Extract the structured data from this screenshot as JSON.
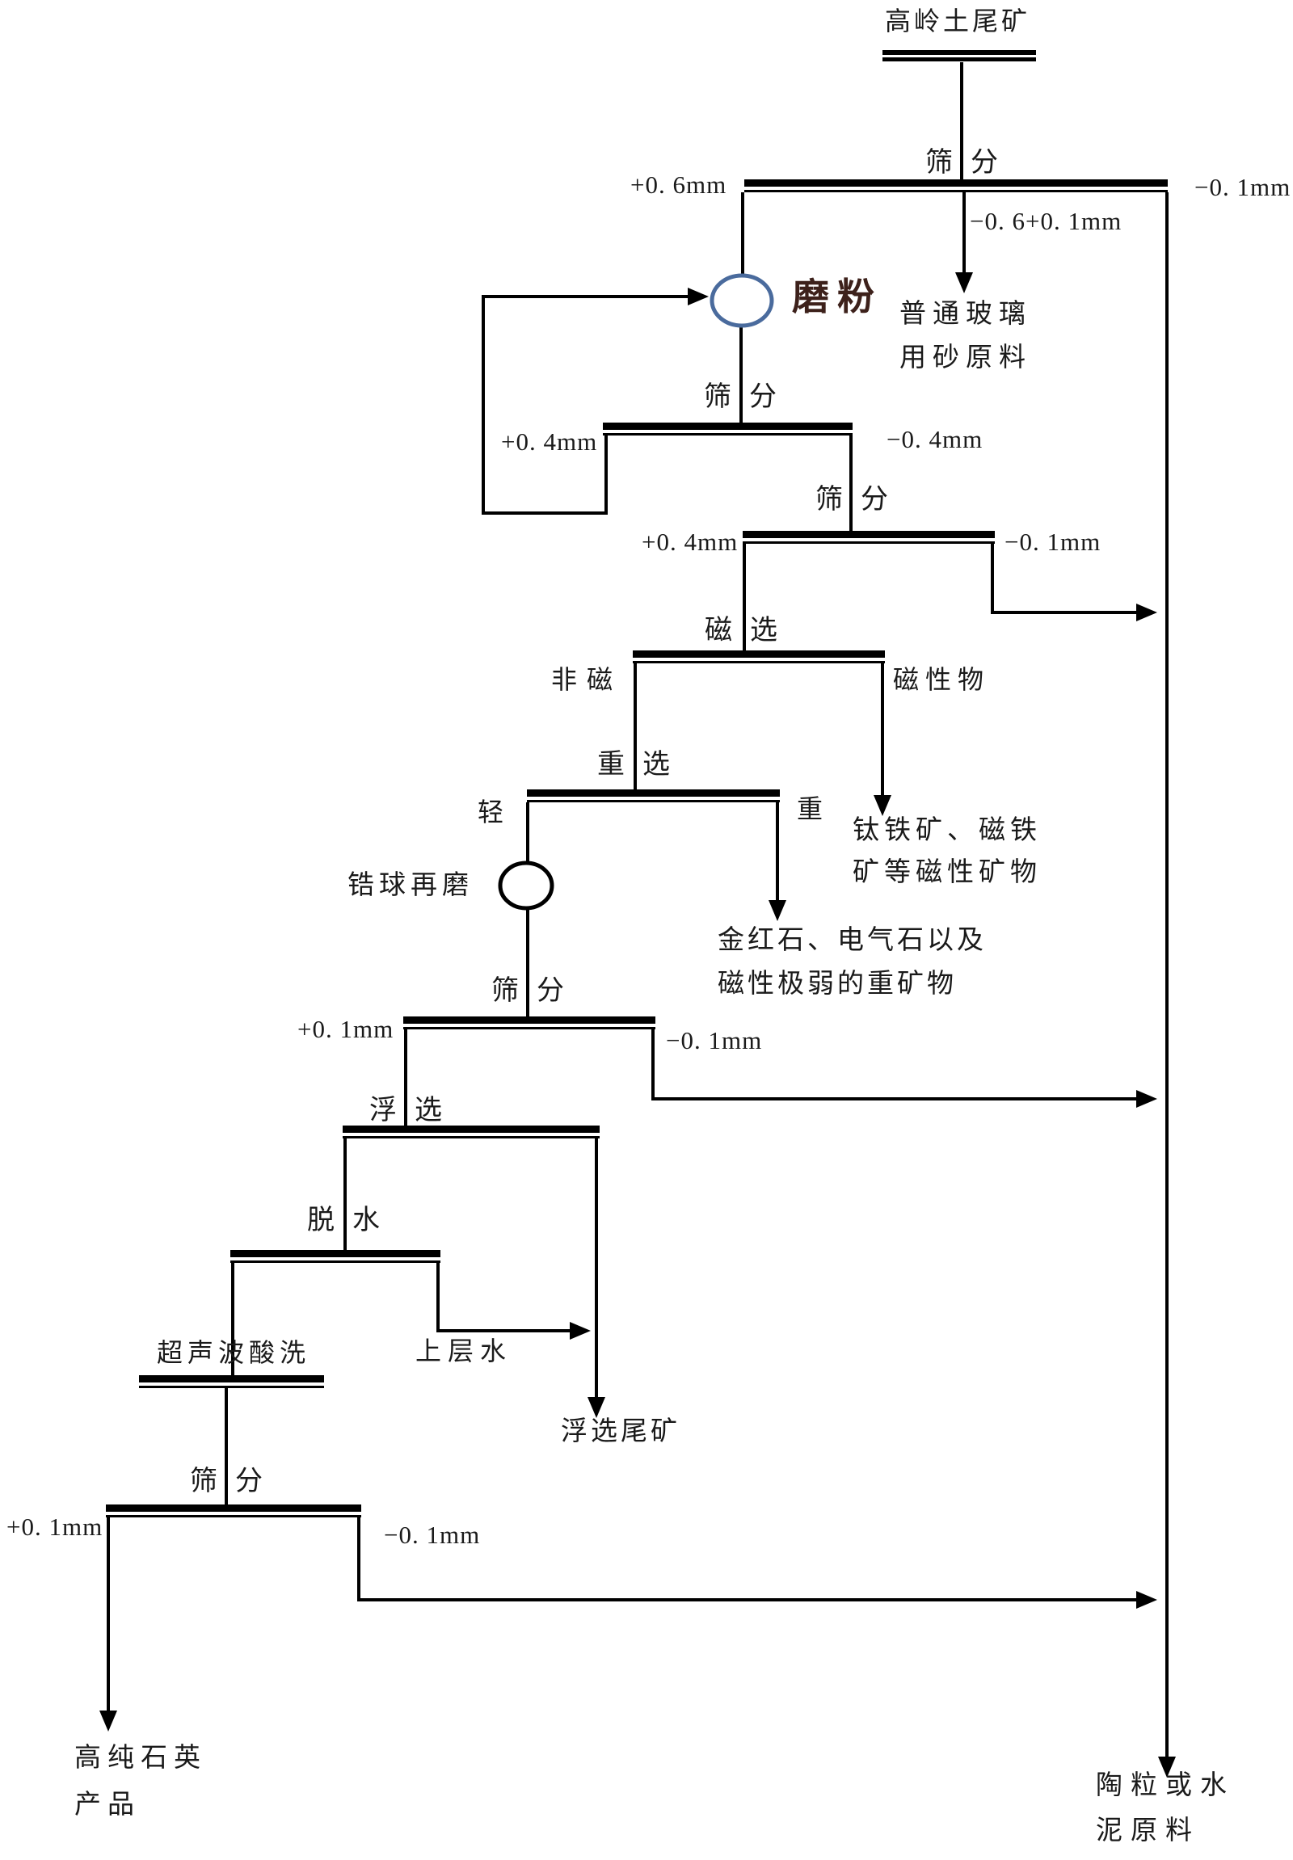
{
  "colors": {
    "background": "#ffffff",
    "line": "#000000",
    "text": "#1a1a1a",
    "grinder_circle": "#4a6b9d",
    "regrind_circle": "#000000",
    "grind_label_text": "#3d211b"
  },
  "flowchart": {
    "source": {
      "title": "高岭土尾矿"
    },
    "screens": {
      "screen1": {
        "label": "筛分",
        "oversize": "+0. 6mm",
        "undersize": "−0. 1mm",
        "middling": "−0. 6+0. 1mm"
      },
      "screen2": {
        "label": "筛分",
        "oversize": "+0. 4mm",
        "undersize": "−0. 4mm"
      },
      "screen3": {
        "label": "筛分",
        "oversize": "+0. 4mm",
        "undersize": "−0. 1mm"
      },
      "screen4": {
        "label": "筛分",
        "oversize": "+0. 1mm",
        "undersize": "−0. 1mm"
      },
      "screen5": {
        "label": "筛分",
        "oversize": "+0. 1mm",
        "undersize": "−0. 1mm"
      }
    },
    "grinding": {
      "label": "磨粉"
    },
    "regrinding": {
      "label": "锆球再磨"
    },
    "magnetic_separation": {
      "label": "磁选",
      "left_stream": "非磁",
      "right_stream": "磁性物"
    },
    "gravity_separation": {
      "label": "重选",
      "left_stream": "轻",
      "right_stream": "重"
    },
    "flotation": {
      "label": "浮选"
    },
    "dewatering": {
      "label": "脱水",
      "overflow": "上层水"
    },
    "acid_wash": {
      "label": "超声波酸洗"
    },
    "products": {
      "glass_sand": {
        "line1": "普通玻璃",
        "line2": "用砂原料"
      },
      "magnetic_minerals": {
        "line1": "钛铁矿、磁铁",
        "line2": "矿等磁性矿物"
      },
      "heavy_minerals": {
        "line1": "金红石、电气石以及",
        "line2": "磁性极弱的重矿物"
      },
      "flotation_tailings": {
        "label": "浮选尾矿"
      },
      "quartz_product": {
        "line1": "高纯石英",
        "line2": "产品"
      },
      "ceramsite_or_cement": {
        "line1": "陶粒或水",
        "line2": "泥原料"
      }
    }
  }
}
